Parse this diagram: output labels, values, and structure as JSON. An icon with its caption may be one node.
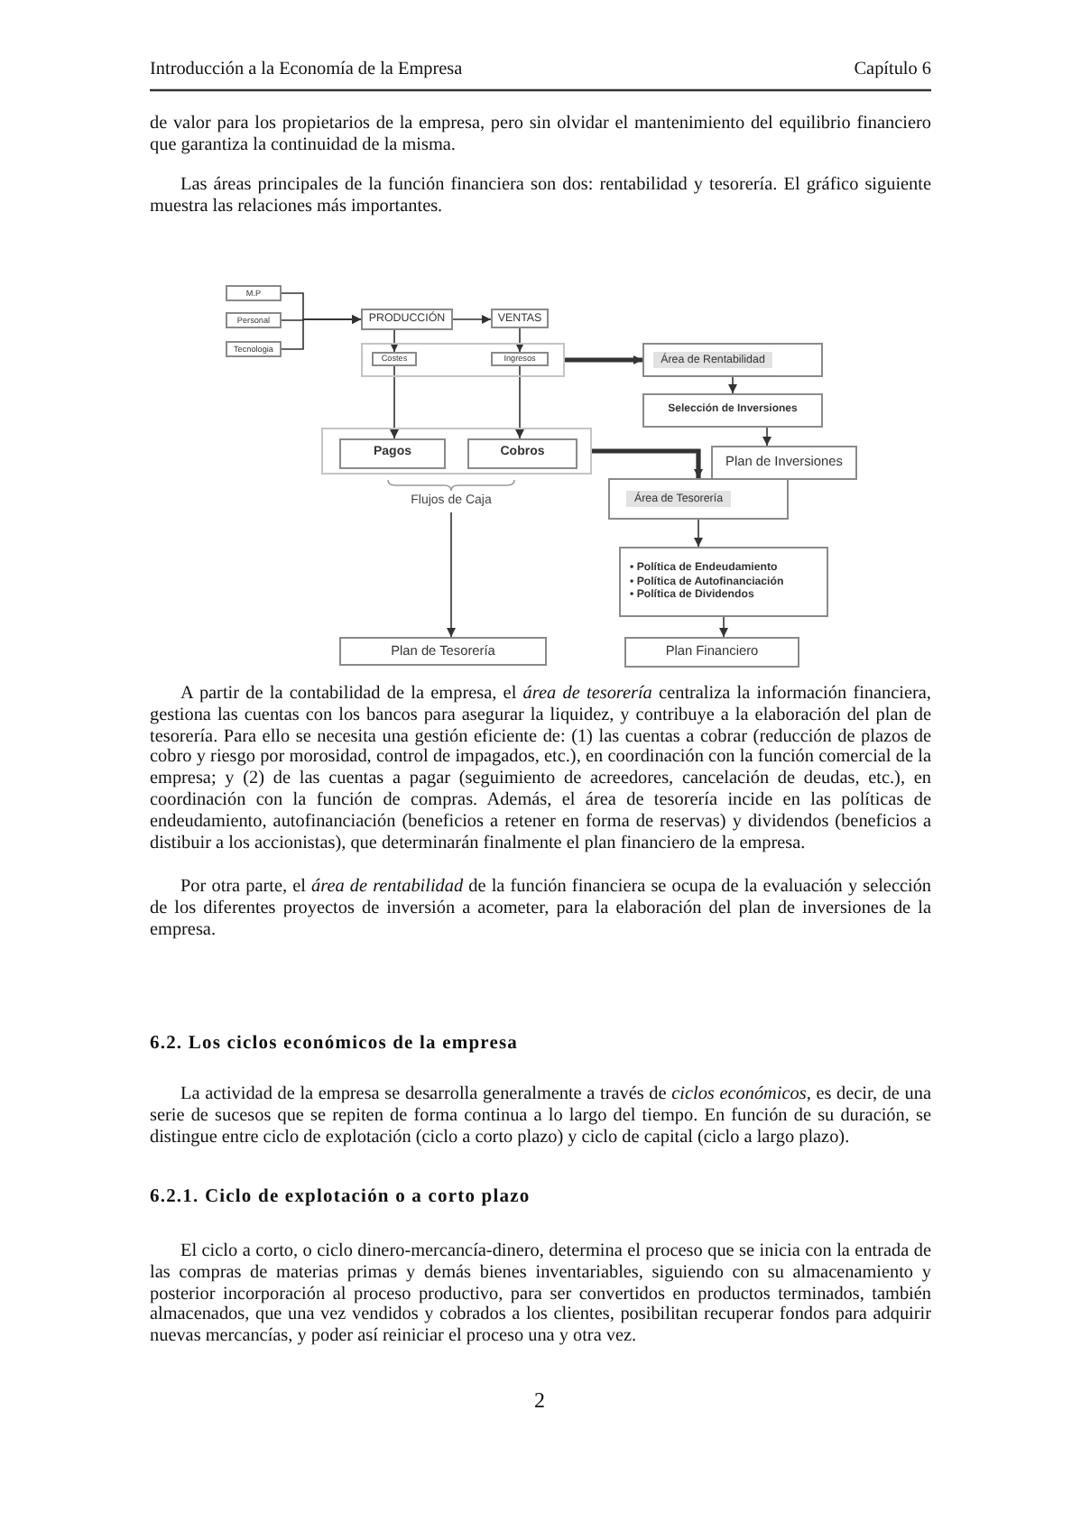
{
  "diagram": {
    "nodes": [
      {
        "text": [
          "M.P"
        ]
      },
      {
        "text": [
          "Personal"
        ]
      },
      {
        "text": [
          "Tecnologia"
        ]
      },
      {
        "text": [
          "PRODUCCIÓN"
        ]
      },
      {
        "text": [
          "VENTAS"
        ]
      },
      {
        "text": [],
        "shape": "box"
      },
      {
        "text": [
          "Costes"
        ],
        "in": 5
      },
      {
        "text": [
          "Ingresos"
        ],
        "in": 5
      },
      {
        "text": [
          "Área de Rentabilidad"
        ]
      },
      {
        "text": [
          "Selección de Inversiones"
        ]
      },
      {
        "text": [],
        "shape": "box"
      },
      {
        "text": [
          "Pagos"
        ],
        "in": 10
      },
      {
        "text": [
          "Cobros"
        ],
        "in": 10
      },
      {
        "text": [
          "Plan de Inversiones"
        ]
      },
      {
        "text": [
          "Flujos de Caja"
        ]
      },
      {
        "text": [
          "Área de Tesorería"
        ]
      },
      {
        "text": [
          "• Política de Endeudamiento",
          "• Política de Autofinanciación",
          "• Política de Dividendos"
        ]
      },
      {
        "text": [
          "Plan de Tesorería"
        ]
      },
      {
        "text": [
          "Plan Financiero"
        ]
      }
    ],
    "edges": [
      {
        "from": 0,
        "to": 3,
        "arrow": "to"
      },
      {
        "from": 1,
        "to": 3,
        "arrow": "to"
      },
      {
        "from": 2,
        "to": 3,
        "arrow": "to"
      },
      {
        "from": 3,
        "to": 4,
        "arrow": "to"
      },
      {
        "from": 3,
        "to": 6,
        "arrow": "to"
      },
      {
        "from": 4,
        "to": 7,
        "arrow": "to"
      },
      {
        "from": 5,
        "to": 8,
        "arrow": "to",
        "style": "thick"
      },
      {
        "from": 6,
        "to": 11,
        "arrow": "to"
      },
      {
        "from": 7,
        "to": 12,
        "arrow": "to"
      },
      {
        "from": 8,
        "to": 9,
        "arrow": "to"
      },
      {
        "from": 9,
        "to": 13,
        "arrow": "to"
      },
      {
        "from": 10,
        "to": 15,
        "arrow": "to",
        "style": "thick"
      },
      {
        "from": 14,
        "to": 17,
        "arrow": "to"
      },
      {
        "from": 15,
        "to": 16,
        "arrow": "to"
      },
      {
        "from": 16,
        "to": 18,
        "arrow": "to"
      }
    ],
    "labels": [
      "Introducción a la Economía de la Empresa",
      "Capítulo 6",
      "de valor para los propietarios de la empresa, pero sin olvidar el mantenimiento del equilibrio financiero que garantiza la continuidad de la misma.",
      "Las áreas principales de la función financiera son dos: rentabilidad y tesorería. El gráfico siguiente muestra las relaciones más importantes.",
      "A partir de la contabilidad de la empresa, el *área de tesorería* centraliza la información financiera, gestiona las cuentas con los bancos para asegurar la liquidez, y contribuye a la elaboración del plan de tesorería. Para ello se necesita una gestión eficiente de: (1) las cuentas a cobrar (reducción de plazos de cobro y riesgo por morosidad, control de impagados, etc.), en coordinación con la función comercial de la empresa; y (2) de las cuentas a pagar (seguimiento de acreedores, cancelación de deudas, etc.), en coordinación con la función de compras. Además, el área de tesorería incide en las políticas de endeudamiento, autofinanciación (beneficios a retener en forma de reservas) y dividendos (beneficios a distibuir a los accionistas), que determinarán finalmente el plan financiero de la empresa.",
      "Por otra parte, el *área de rentabilidad* de la función financiera se ocupa de la evaluación y selección de los diferentes proyectos de inversión a acometer, para la elaboración del plan de inversiones de la empresa.",
      "6.2. Los ciclos económicos de la empresa",
      "La actividad de la empresa se desarrolla generalmente a través de *ciclos económicos*, es decir, de una serie de sucesos que se repiten de forma continua a lo largo del tiempo. En función de su duración, se distingue entre ciclo de explotación (ciclo a corto plazo) y ciclo de capital (ciclo a largo plazo).",
      "6.2.1. Ciclo de explotación o a corto plazo",
      "El ciclo a corto, o ciclo dinero-mercancía-dinero, determina el proceso que se inicia con la entrada de las compras de materias primas y demás bienes inventariables, siguiendo con su almacenamiento y posterior incorporación al proceso productivo, para ser convertidos en productos terminados, también almacenados, que una vez vendidos y cobrados a los clientes, posibilitan recuperar fondos para adquirir nuevas mercancías, y poder así reiniciar el proceso una y otra vez.",
      "2"
    ]
  }
}
